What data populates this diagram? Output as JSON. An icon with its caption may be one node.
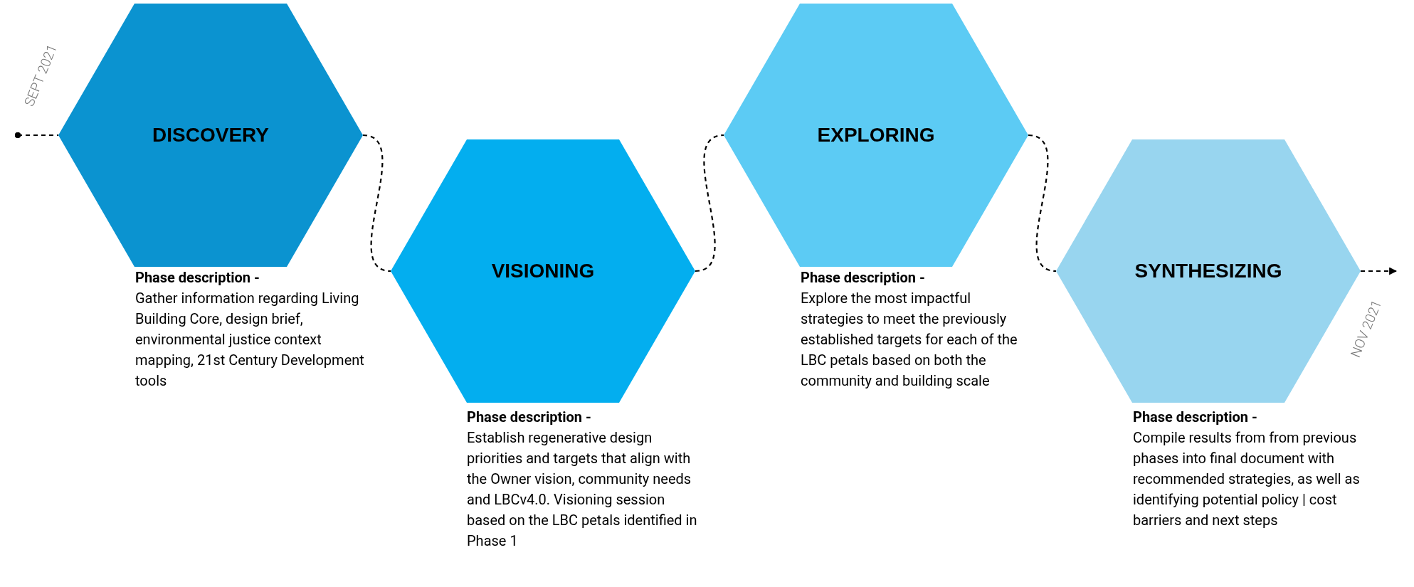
{
  "diagram": {
    "nodes": [
      {
        "text": [
          "DISCOVERY"
        ],
        "beside": [
          "Phase description -",
          "Gather information regarding Living Building Core, design brief, environmental justice context mapping, 21st Century Development tools"
        ]
      },
      {
        "text": [
          "VISIONING"
        ],
        "beside": [
          "Phase description -",
          "Establish regenerative design priorities and targets that align with the Owner vision, community needs and LBCv4.0. Visioning session based on the LBC petals identified in Phase 1"
        ]
      },
      {
        "text": [
          "EXPLORING"
        ],
        "beside": [
          "Phase description -",
          "Explore the most impactful strategies to meet the previously established targets for each of the LBC petals based on both the community and building scale"
        ]
      },
      {
        "text": [
          "SYNTHESIZING"
        ],
        "beside": [
          "Phase description -",
          "Compile results from from previous phases into final document with recommended strategies, as well as identifying potential policy | cost barriers and next steps"
        ]
      }
    ],
    "edges": [
      {
        "from": null,
        "to": 0,
        "arrow": "other",
        "style": "dashed"
      },
      {
        "from": 0,
        "to": 1,
        "arrow": "none",
        "style": "dashed"
      },
      {
        "from": 1,
        "to": 2,
        "arrow": "none",
        "style": "dashed"
      },
      {
        "from": 2,
        "to": 3,
        "arrow": "none",
        "style": "dashed"
      },
      {
        "from": 3,
        "to": null,
        "arrow": "to",
        "style": "dashed"
      }
    ],
    "labels": [
      "SEPT 2021",
      "NOV 2021"
    ]
  }
}
